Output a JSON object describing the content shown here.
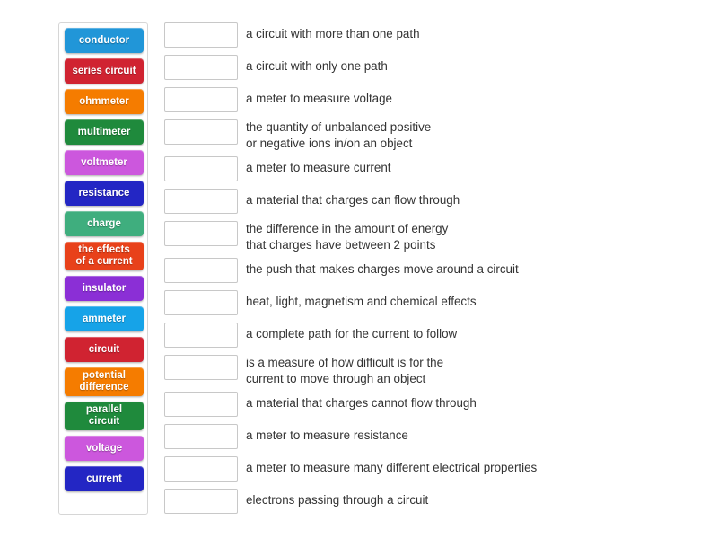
{
  "activity": {
    "type": "match-up-drag-and-drop",
    "topic": "Electricity key terms"
  },
  "tiles_panel": {
    "name": "draggable-terms-panel",
    "tiles": [
      {
        "label": "conductor",
        "color": "#2196d8",
        "lines": 1
      },
      {
        "label": "series circuit",
        "color": "#d02331",
        "lines": 1
      },
      {
        "label": "ohmmeter",
        "color": "#f57c00",
        "lines": 1
      },
      {
        "label": "multimeter",
        "color": "#1f8a3c",
        "lines": 1
      },
      {
        "label": "voltmeter",
        "color": "#cc57dd",
        "lines": 1
      },
      {
        "label": "resistance",
        "color": "#2326c4",
        "lines": 1
      },
      {
        "label": "charge",
        "color": "#3fae7e",
        "lines": 1
      },
      {
        "label": "the effects\nof a current",
        "color": "#e8411a",
        "lines": 2
      },
      {
        "label": "insulator",
        "color": "#8b2fd6",
        "lines": 1
      },
      {
        "label": "ammeter",
        "color": "#16a3e8",
        "lines": 1
      },
      {
        "label": "circuit",
        "color": "#d02331",
        "lines": 1
      },
      {
        "label": "potential\ndifference",
        "color": "#f57c00",
        "lines": 2
      },
      {
        "label": "parallel\ncircuit",
        "color": "#1f8a3c",
        "lines": 2
      },
      {
        "label": "voltage",
        "color": "#cc57dd",
        "lines": 1
      },
      {
        "label": "current",
        "color": "#2326c4",
        "lines": 1
      }
    ]
  },
  "answers": {
    "drop_box_value": "",
    "rows": [
      {
        "definition": "a circuit with more than one path",
        "lines": 1
      },
      {
        "definition": "a circuit with only one path",
        "lines": 1
      },
      {
        "definition": "a meter to measure voltage",
        "lines": 1
      },
      {
        "definition": "the quantity of unbalanced positive\nor negative ions in/on an object",
        "lines": 2
      },
      {
        "definition": "a meter to measure current",
        "lines": 1
      },
      {
        "definition": "a material that charges can flow through",
        "lines": 1
      },
      {
        "definition": "the difference in the amount of energy\nthat charges have between 2 points",
        "lines": 2
      },
      {
        "definition": "the push that makes charges move around a circuit",
        "lines": 1
      },
      {
        "definition": "heat, light, magnetism and chemical effects",
        "lines": 1
      },
      {
        "definition": "a complete path for the current to follow",
        "lines": 1
      },
      {
        "definition": "is a measure of how difficult is for the\ncurrent to move through an object",
        "lines": 2
      },
      {
        "definition": "a material that charges cannot flow through",
        "lines": 1
      },
      {
        "definition": "a meter to measure resistance",
        "lines": 1
      },
      {
        "definition": "a meter to measure many different electrical properties",
        "lines": 1
      },
      {
        "definition": "electrons passing through a circuit",
        "lines": 1
      }
    ]
  },
  "colors": {
    "page_background": "#ffffff",
    "panel_border": "#d6d6d6",
    "drop_box_border": "#c8c8c8",
    "definition_text": "#333333"
  }
}
